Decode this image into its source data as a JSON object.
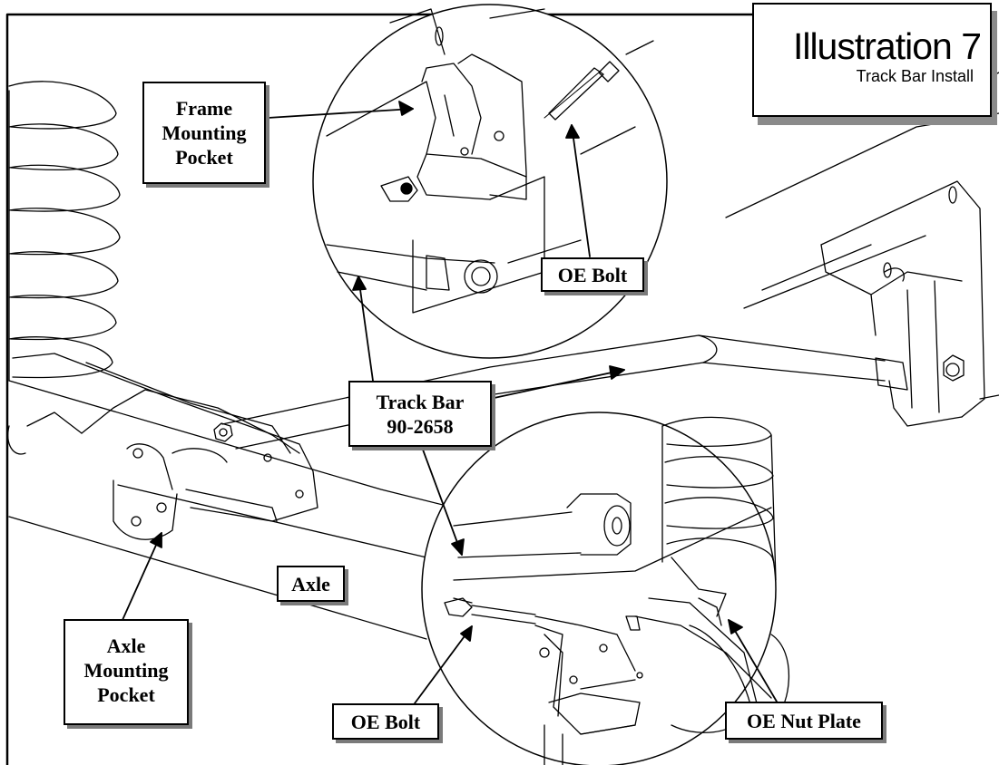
{
  "title_box": {
    "title": "Illustration 7",
    "subtitle": "Track Bar Install"
  },
  "labels": {
    "frame_pocket": [
      "Frame",
      "Mounting",
      "Pocket"
    ],
    "oe_bolt_top": "OE Bolt",
    "track_bar": [
      "Track Bar",
      "90-2658"
    ],
    "axle": "Axle",
    "axle_pocket": [
      "Axle",
      "Mounting",
      "Pocket"
    ],
    "oe_bolt_bottom": "OE Bolt",
    "oe_nut_plate": "OE Nut Plate"
  },
  "colors": {
    "line": "#000000",
    "shadow": "#7a7a7a",
    "background": "#ffffff"
  }
}
